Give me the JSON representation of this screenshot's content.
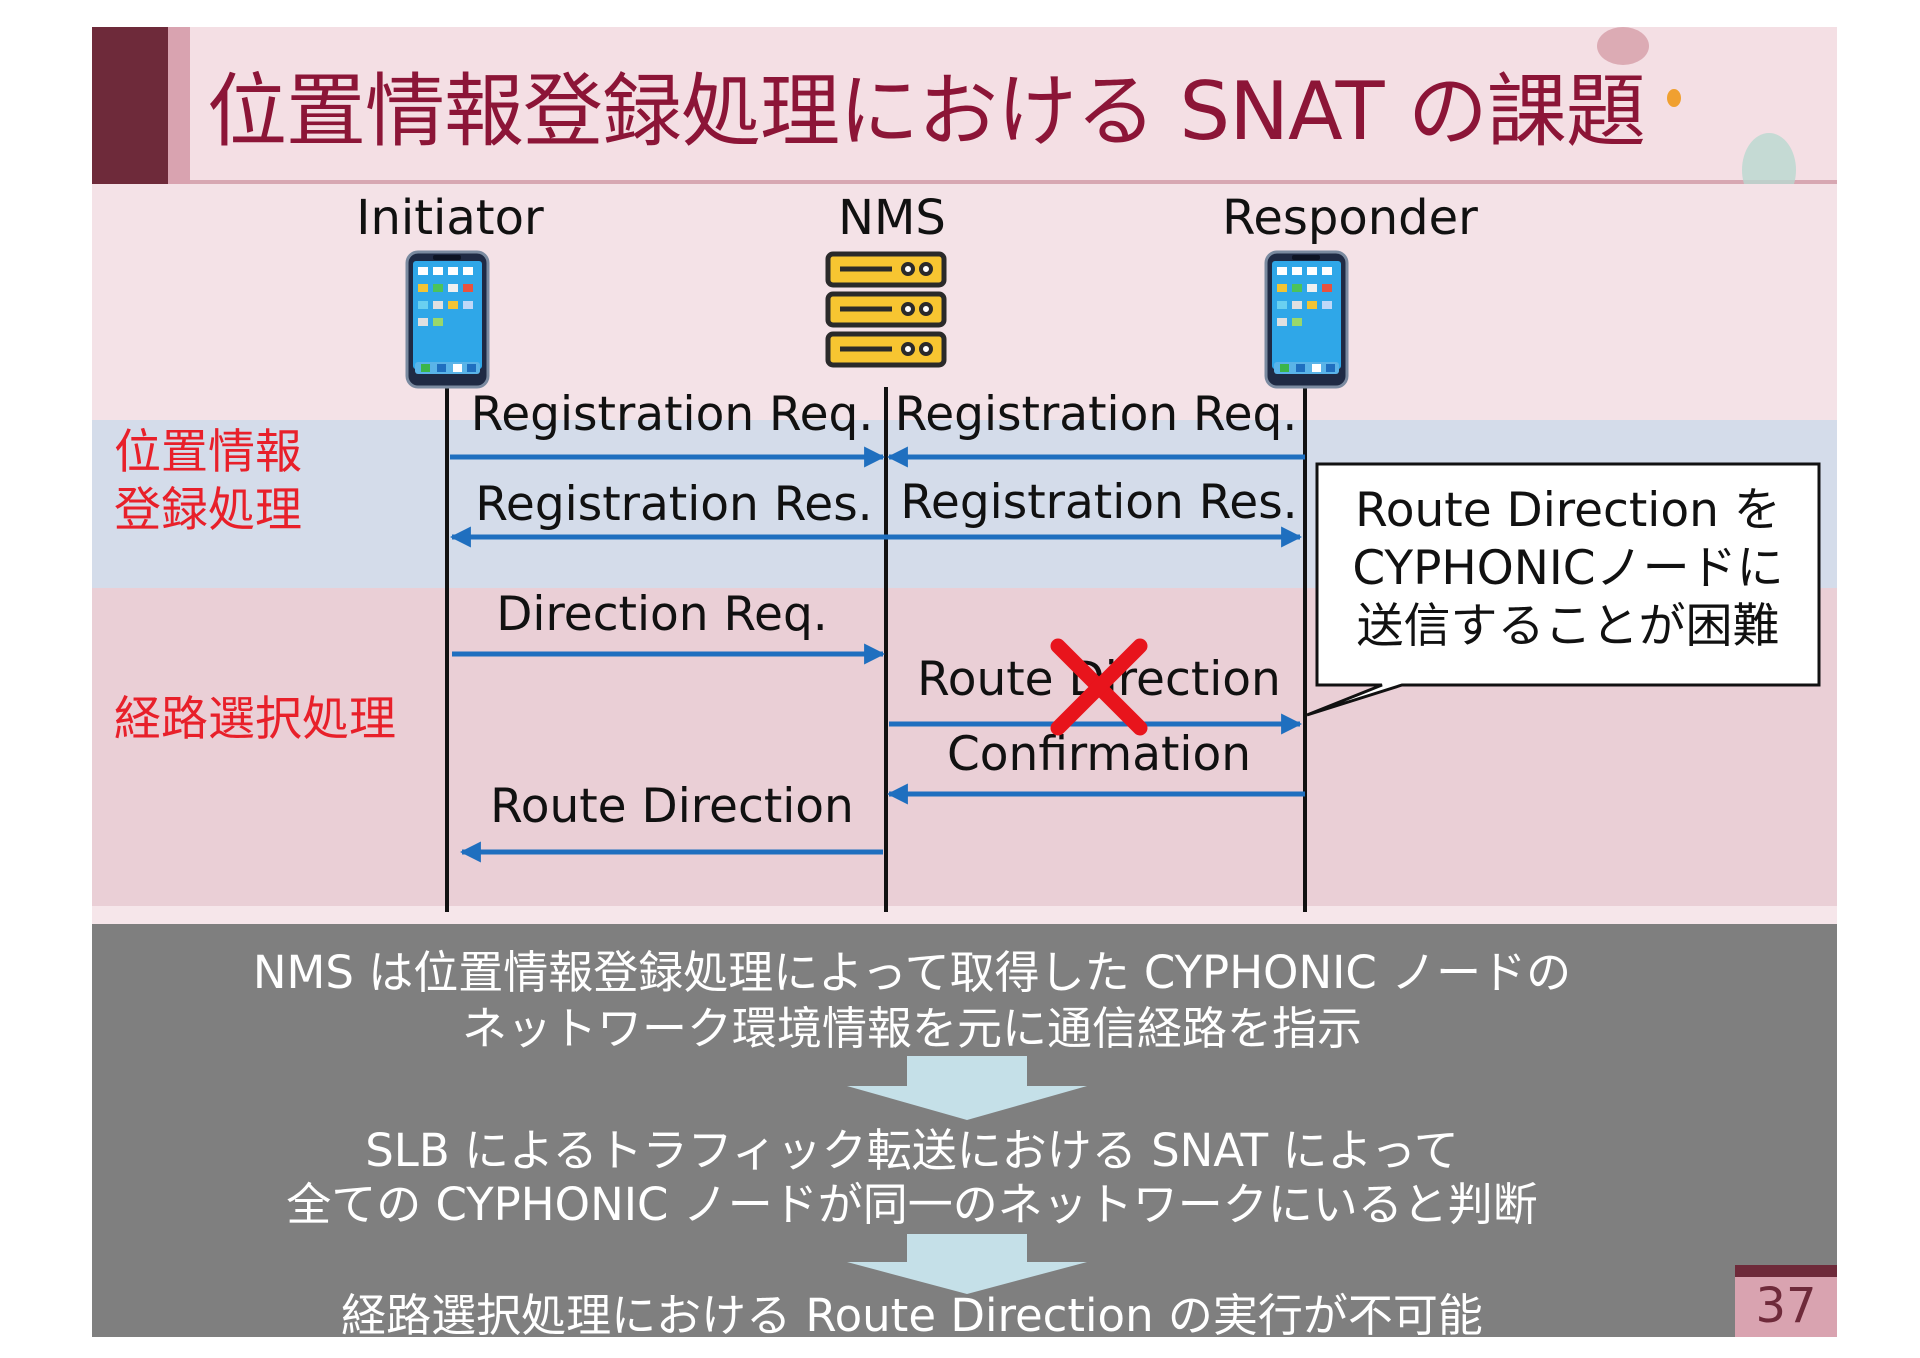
{
  "title": "位置情報登録処理における SNAT の課題",
  "entities": {
    "initiator": "Initiator",
    "nms": "NMS",
    "responder": "Responder"
  },
  "sections": {
    "registration": "位置情報\n登録処理",
    "route_selection": "経路選択処理"
  },
  "messages": {
    "reg_req_left": "Registration Req.",
    "reg_req_right": "Registration Req.",
    "reg_res_left": "Registration Res.",
    "reg_res_right": "Registration Res.",
    "direction_req": "Direction Req.",
    "route_direction_blocked": "Route Direction",
    "confirmation": "Confirmation",
    "route_direction": "Route Direction"
  },
  "callout": "Route Direction を\nCYPHONICノードに\n送信することが困難",
  "summary": {
    "line1": "NMS は位置情報登録処理によって取得した CYPHONIC ノードの",
    "line2": "ネットワーク環境情報を元に通信経路を指示",
    "line3": "SLB によるトラフィック転送における SNAT によって",
    "line4": "全ての CYPHONIC ノードが同一のネットワークにいると判断",
    "line5": "経路選択処理における Route Direction の実行が不可能"
  },
  "page_number": "37",
  "colors": {
    "title": "#8c1537",
    "section_label": "#e8202a",
    "arrow": "#1f6fbf",
    "fail_mark": "#e8141c",
    "summary_bg": "#7f7f7f"
  }
}
